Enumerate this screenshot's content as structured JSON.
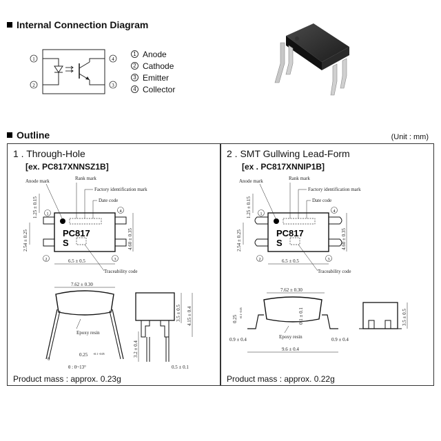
{
  "section1": {
    "title": "Internal Connection Diagram"
  },
  "pins": [
    {
      "num": "1",
      "name": "Anode"
    },
    {
      "num": "2",
      "name": "Cathode"
    },
    {
      "num": "3",
      "name": "Emitter"
    },
    {
      "num": "4",
      "name": "Collector"
    }
  ],
  "section2": {
    "title": "Outline",
    "unit": "(Unit : mm)"
  },
  "panel1": {
    "title": "1 .  Through-Hole",
    "model": "[ex. PC817XNNSZ1B]",
    "labels": {
      "anode_mark": "Anode mark",
      "rank_mark": "Rank mark",
      "factory_id": "Factory identification mark",
      "date_code": "Date code",
      "traceability": "Traceability code",
      "epoxy": "Epoxy resin",
      "part": "PC817",
      "rank": "S"
    },
    "dims": {
      "d1": "1.25 ± 0.15",
      "d2": "2.54 ± 0.25",
      "d3": "4.60 ± 0.35",
      "d4": "6.5 ± 0.5",
      "d5": "7.62 ± 0.30",
      "d6": "3.5 ± 0.5",
      "d7": "4.15 ± 0.4",
      "d8": "3.2 ± 0.4",
      "d9": "0.25",
      "d10": "+0.1 -0.05",
      "d11": "0.5 ± 0.1",
      "theta": "θ",
      "theta_range": "θ : 0~13°"
    },
    "mass": "Product mass : approx. 0.23g"
  },
  "panel2": {
    "title": "2 . SMT Gullwing Lead-Form",
    "model": "[ex . PC817XNNIP1B]",
    "labels": {
      "anode_mark": "Anode mark",
      "rank_mark": "Rank mark",
      "factory_id": "Factory identification mark",
      "date_code": "Date code",
      "traceability": "Traceability code",
      "epoxy": "Epoxy resin",
      "part": "PC817",
      "rank": "S"
    },
    "dims": {
      "d1": "1.25 ± 0.15",
      "d2": "2.54 ± 0.25",
      "d3": "4.60 ± 0.35",
      "d4": "6.5 ± 0.5",
      "d5": "7.62 ± 0.30",
      "d6": "0.25",
      "d6b": "+0.1 -0.05",
      "d7": "0.1 ± 0.1",
      "d8": "0.9 ± 0.4",
      "d9": "0.9 ± 0.4",
      "d10": "9.6 ± 0.4",
      "d11": "3.5 ± 0.5"
    },
    "mass": "Product mass : approx. 0.22g"
  }
}
